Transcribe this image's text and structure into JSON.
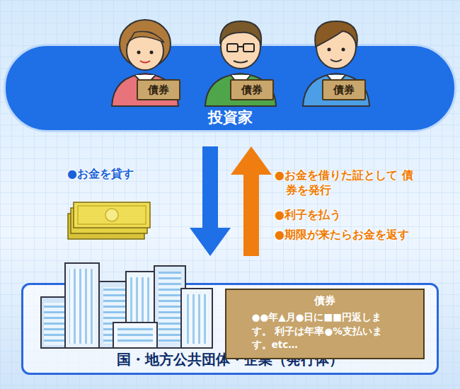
{
  "diagram": {
    "nodes": [
      {
        "text": [
          "投資家"
        ]
      },
      {
        "text": [
          "債券"
        ],
        "in": 0
      },
      {
        "text": [
          "債券"
        ],
        "in": 0
      },
      {
        "text": [
          "債券"
        ],
        "in": 0
      },
      {
        "text": [
          "国・地方公共団体・企業（発行体）"
        ]
      },
      {
        "text": [
          "債券",
          "●●年▲月●日に■■円返します。 利子は年率●%支払います。etc…"
        ],
        "in": 4
      }
    ],
    "edges": [
      {
        "from": 0,
        "to": 4,
        "arrow": "to",
        "label": "●お金を貸す"
      },
      {
        "from": 4,
        "to": 0,
        "arrow": "to",
        "label": "●お金を借りた証として 債券を発行"
      }
    ],
    "labels": [
      "●利子を払う",
      "●期限が来たらお金を返す"
    ]
  }
}
